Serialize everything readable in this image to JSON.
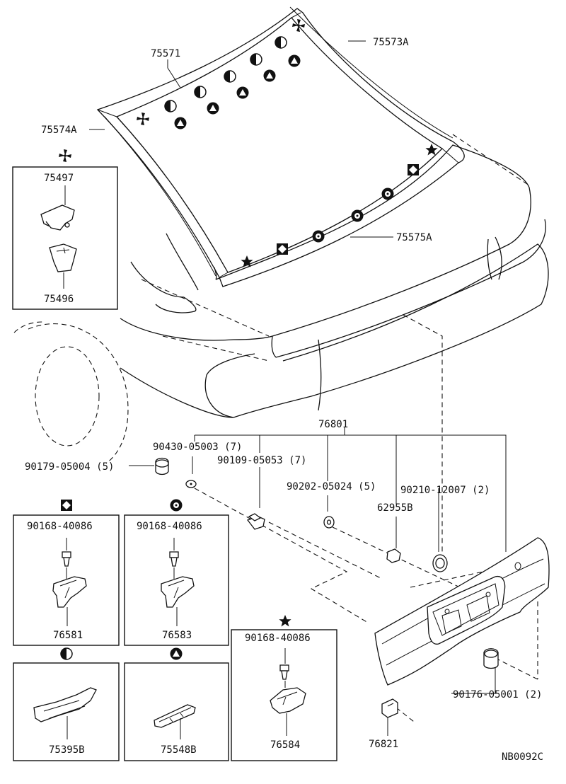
{
  "diagram_code": "NB0092C",
  "labels": {
    "p75571": "75571",
    "p75573A": "75573A",
    "p75574A": "75574A",
    "p75575A": "75575A",
    "p75497": "75497",
    "p75496": "75496",
    "p76801": "76801",
    "p90430": "90430-05003 (7)",
    "p90109": "90109-05053 (7)",
    "p90179": "90179-05004 (5)",
    "p90202": "90202-05024 (5)",
    "p90210": "90210-12007 (2)",
    "p62955B": "62955B",
    "p90176": "90176-05001 (2)",
    "p76821": "76821"
  },
  "insets": {
    "square": {
      "screw": "90168-40086",
      "part": "76581"
    },
    "circle": {
      "screw": "90168-40086",
      "part": "76583"
    },
    "half_circle": {
      "part": "75395B"
    },
    "triangle": {
      "part": "75548B"
    },
    "star": {
      "screw": "90168-40086",
      "part": "76584"
    }
  },
  "symbols": [
    "pinwheel-symbol",
    "half-circle-symbol",
    "triangle-symbol",
    "square-diamond-symbol",
    "ring-symbol",
    "star-symbol"
  ]
}
